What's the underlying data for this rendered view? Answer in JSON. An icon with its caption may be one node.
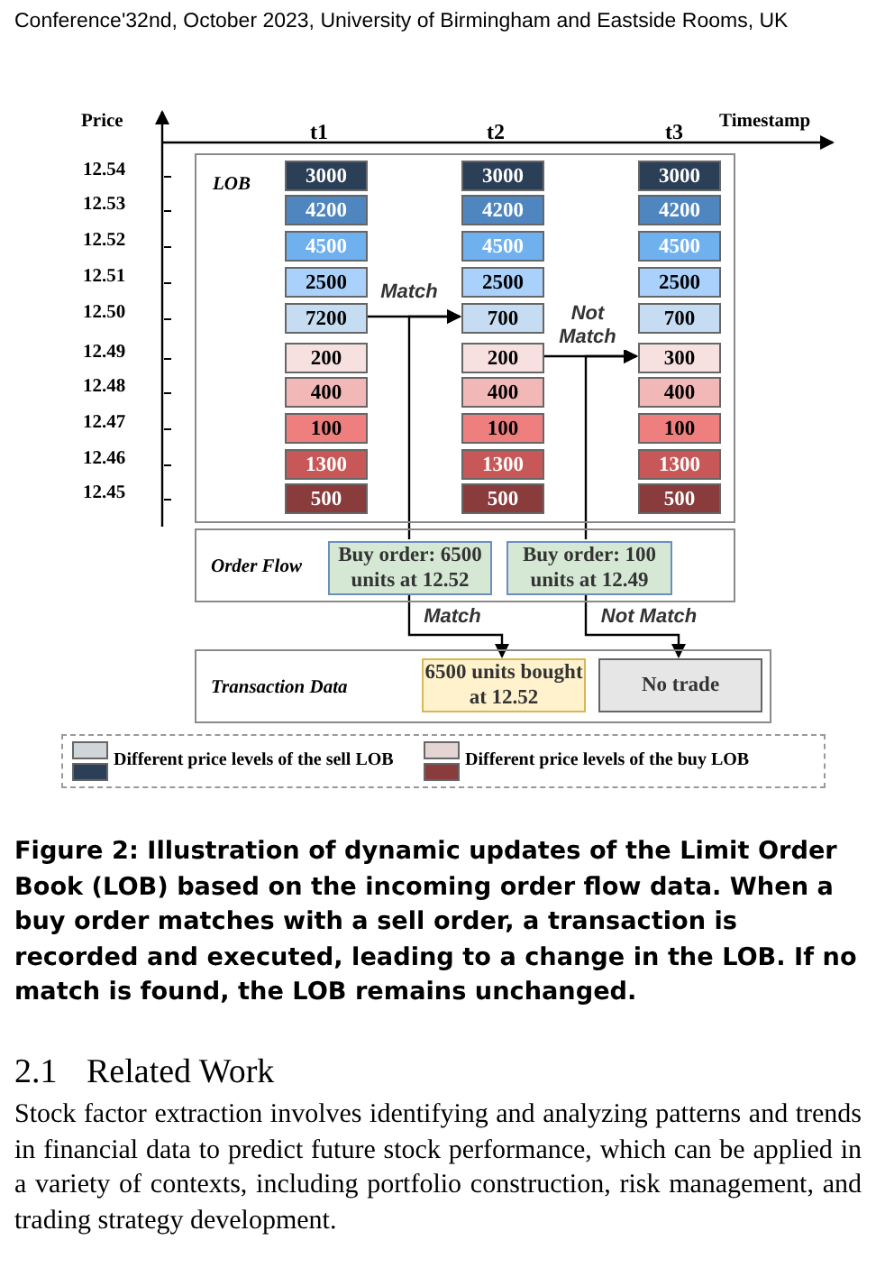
{
  "diagram": {
    "caption": "Figure 2: Illustration of dynamic updates of the Limit Order Book (LOB) based on the incoming order flow data. When a buy order matches with a sell order, a transaction is recorded and executed, leading to a change in the LOB. If no match is found, the LOB remains unchanged.",
    "nodes": [
      {
        "text": [
          "LOB"
        ]
      },
      {
        "text": [
          "3000"
        ],
        "in": 0
      },
      {
        "text": [
          "3000"
        ],
        "in": 0
      },
      {
        "text": [
          "3000"
        ],
        "in": 0
      },
      {
        "text": [
          "4200"
        ],
        "in": 0
      },
      {
        "text": [
          "4200"
        ],
        "in": 0
      },
      {
        "text": [
          "4200"
        ],
        "in": 0
      },
      {
        "text": [
          "4500"
        ],
        "in": 0
      },
      {
        "text": [
          "4500"
        ],
        "in": 0
      },
      {
        "text": [
          "4500"
        ],
        "in": 0
      },
      {
        "text": [
          "2500"
        ],
        "in": 0
      },
      {
        "text": [
          "2500"
        ],
        "in": 0
      },
      {
        "text": [
          "2500"
        ],
        "in": 0
      },
      {
        "text": [
          "7200"
        ],
        "in": 0
      },
      {
        "text": [
          "700"
        ],
        "in": 0
      },
      {
        "text": [
          "700"
        ],
        "in": 0
      },
      {
        "text": [
          "200"
        ],
        "in": 0
      },
      {
        "text": [
          "200"
        ],
        "in": 0
      },
      {
        "text": [
          "300"
        ],
        "in": 0
      },
      {
        "text": [
          "400"
        ],
        "in": 0
      },
      {
        "text": [
          "400"
        ],
        "in": 0
      },
      {
        "text": [
          "400"
        ],
        "in": 0
      },
      {
        "text": [
          "100"
        ],
        "in": 0
      },
      {
        "text": [
          "100"
        ],
        "in": 0
      },
      {
        "text": [
          "100"
        ],
        "in": 0
      },
      {
        "text": [
          "1300"
        ],
        "in": 0
      },
      {
        "text": [
          "1300"
        ],
        "in": 0
      },
      {
        "text": [
          "1300"
        ],
        "in": 0
      },
      {
        "text": [
          "500"
        ],
        "in": 0
      },
      {
        "text": [
          "500"
        ],
        "in": 0
      },
      {
        "text": [
          "500"
        ],
        "in": 0
      },
      {
        "text": [
          "Order Flow"
        ]
      },
      {
        "text": [
          "Buy order: 6500 units at 12.52"
        ],
        "in": 31
      },
      {
        "text": [
          "Buy order: 100 units at 12.49"
        ],
        "in": 31
      },
      {
        "text": [
          "Transaction Data"
        ]
      },
      {
        "text": [
          "6500 units bought at 12.52"
        ],
        "in": 34
      },
      {
        "text": [
          "No trade"
        ],
        "in": 34
      }
    ],
    "edges": [
      {
        "from": 13,
        "to": 14,
        "arrow": "to",
        "label": "Match"
      },
      {
        "from": 32,
        "to": 14,
        "arrow": "to"
      },
      {
        "from": 17,
        "to": 18,
        "arrow": "to",
        "label": "Not Match"
      },
      {
        "from": 33,
        "to": 18,
        "arrow": "to"
      },
      {
        "from": 32,
        "to": 35,
        "arrow": "to",
        "label": "Match"
      },
      {
        "from": 33,
        "to": 36,
        "arrow": "to",
        "label": "Not Match"
      }
    ],
    "labels": [
      "Conference'32nd, October 2023, University of Birmingham and Eastside Rooms, UK",
      "Price",
      "t1",
      "t2",
      "t3",
      "Timestamp",
      "12.54",
      "12.53",
      "12.52",
      "12.51",
      "12.50",
      "12.49",
      "12.48",
      "12.47",
      "12.46",
      "12.45",
      "2.1",
      "Related Work",
      "Stock factor extraction involves identifying and analyzing patterns and trends in financial data to predict future stock performance, which can be applied in a variety of contexts, including portfolio construction, risk management, and trading strategy development."
    ],
    "legend": [
      {
        "text": "Different price levels of the sell LOB",
        "color": "#2b3f57"
      },
      {
        "text": "Different price levels of the buy LOB",
        "color": "#8a3b3b"
      }
    ]
  }
}
